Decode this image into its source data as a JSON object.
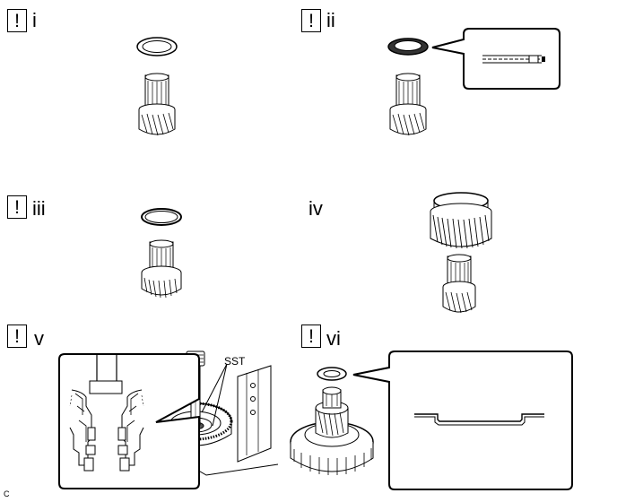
{
  "steps": [
    {
      "warning_mark": "!",
      "label": "i"
    },
    {
      "warning_mark": "!",
      "label": "ii"
    },
    {
      "warning_mark": "!",
      "label": "iii"
    },
    {
      "label": "iv"
    },
    {
      "warning_mark": "!",
      "label": "v"
    },
    {
      "warning_mark": "!",
      "label": "vi"
    }
  ],
  "callouts": {
    "sst": "SST"
  },
  "figure_code": "C"
}
